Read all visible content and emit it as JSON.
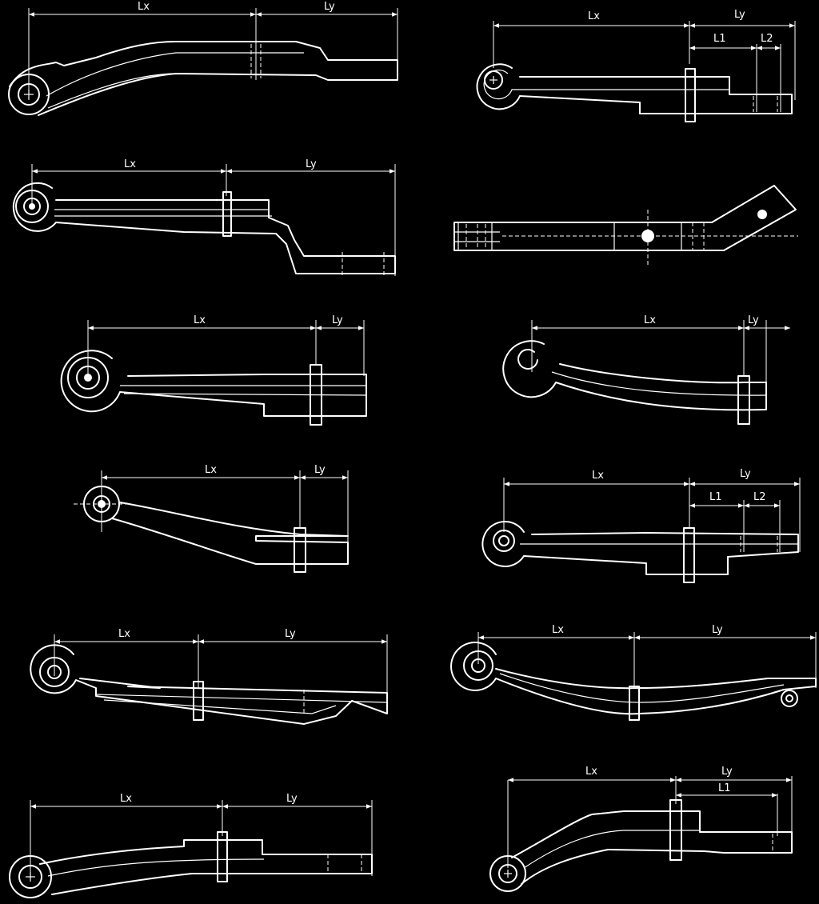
{
  "drawing": {
    "background": "#000000",
    "line_color": "#ffffff",
    "labels": {
      "lx": "Lx",
      "ly": "Ly",
      "l1": "L1",
      "l2": "L2"
    }
  }
}
